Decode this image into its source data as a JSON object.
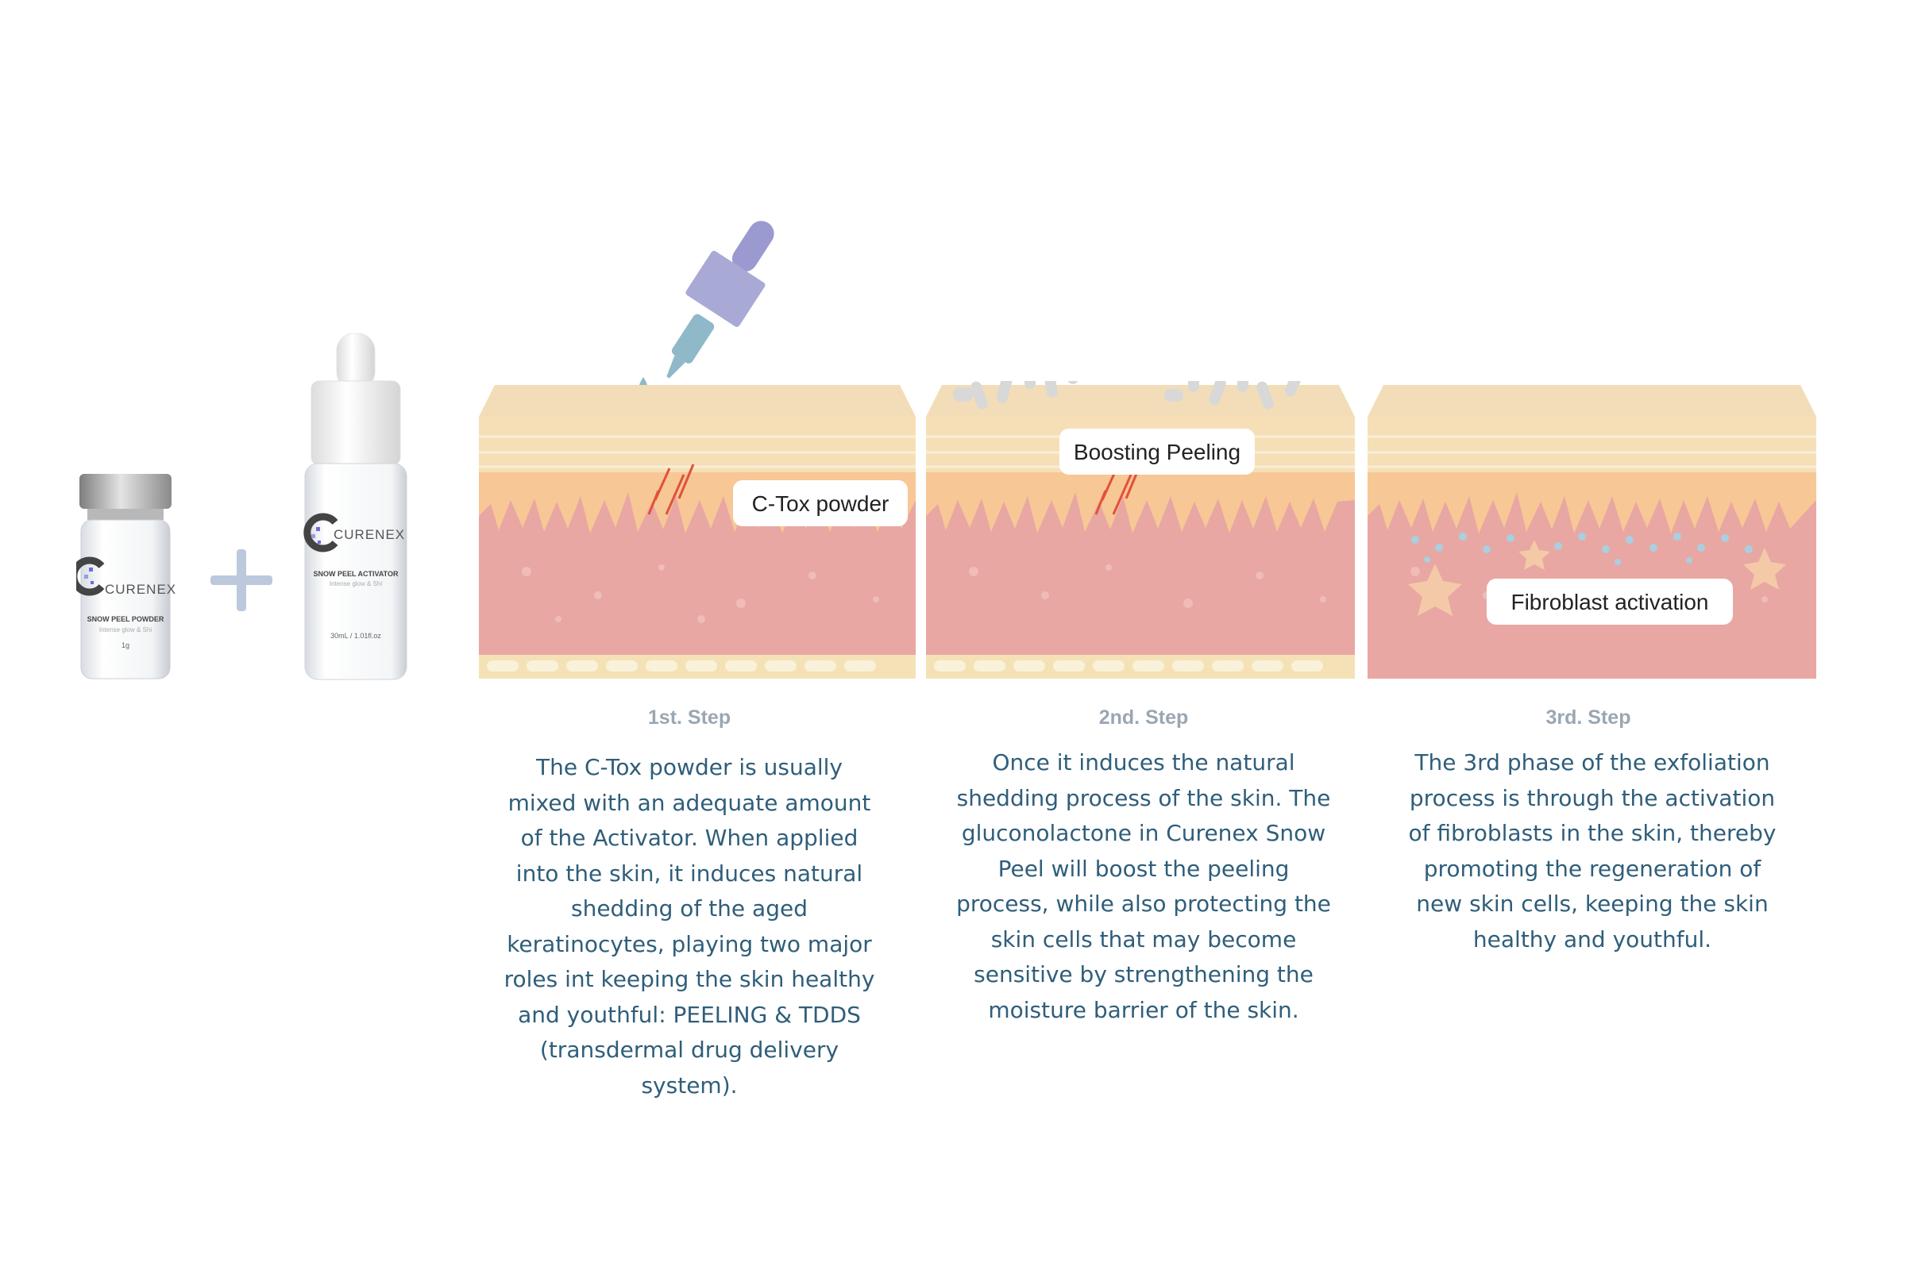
{
  "products": {
    "powder": {
      "brand": "CURENEX",
      "name": "SNOW PEEL POWDER",
      "tagline": "Intense glow & Shi",
      "size": "1g"
    },
    "activator": {
      "brand": "CURENEX",
      "name": "SNOW PEEL ACTIVATOR",
      "tagline": "Intense glow & Shi",
      "size": "30mL / 1.01fl.oz"
    }
  },
  "steps": [
    {
      "label": "C-Tox powder",
      "title": "1st. Step",
      "description": "The C-Tox powder is usually mixed with an adequate amount of the Activator. When applied into the skin, it induces natural shedding of the aged keratinocytes, playing two major roles int keeping the skin healthy and youthful: PEELING & TDDS (transdermal drug delivery system)."
    },
    {
      "label": "Boosting Peeling",
      "title": "2nd. Step",
      "description": "Once it induces the natural shedding process of the skin. The gluconolactone in Curenex Snow Peel will boost the peeling process, while also protecting the skin cells that may become sensitive by strengthening the moisture barrier of the skin."
    },
    {
      "label": "Fibroblast activation",
      "title": "3rd. Step",
      "description": "The 3rd phase of the exfoliation process is through the activation of fibroblasts in the skin, thereby promoting the regeneration of new skin cells, keeping the skin healthy and youthful."
    }
  ],
  "colors": {
    "text": "#2f5e7a",
    "step_title": "#9aa7b2",
    "dermis": "#e8a7a3",
    "epidermis": "#f7c795",
    "surface": "#f6dfb7",
    "dropper": "#a9a9d6",
    "drop": "#8fb9c8"
  }
}
